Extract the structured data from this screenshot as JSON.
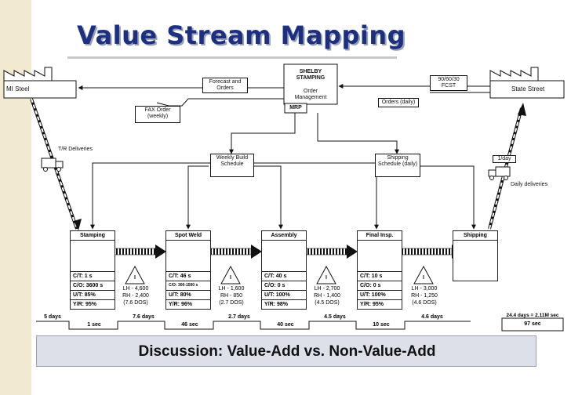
{
  "slide": {
    "title": "Value Stream Mapping",
    "banner": "Discussion: Value-Add vs. Non-Value-Add"
  },
  "control": {
    "company": "SHELBY STAMPING",
    "department": "Order Management",
    "mrp": "MRP"
  },
  "supplier": {
    "name": "MI Steel"
  },
  "customer": {
    "name": "State Street"
  },
  "info": {
    "forecast": "Forecast and Orders",
    "fax_order": "FAX Order (weekly)",
    "forecast_fcst": "90/60/30 FCST",
    "orders_daily": "Orders (daily)",
    "weekly_schedule": "Weekly Build Schedule",
    "shipping_schedule": "Shipping Schedule (daily)",
    "tr_deliveries": "T/R Deliveries",
    "truck_freq": "1/day",
    "daily_deliveries": "Daily deliveries"
  },
  "processes": [
    {
      "name": "Stamping",
      "ct": "C/T: 1 s",
      "co": "C/O: 3600 s",
      "ut": "U/T: 85%",
      "yr": "Y/R: 95%"
    },
    {
      "name": "Spot Weld",
      "ct": "C/T: 46 s",
      "co": "C/O: 300-1500 s",
      "ut": "U/T: 80%",
      "yr": "Y/R: 96%"
    },
    {
      "name": "Assembly",
      "ct": "C/T: 40 s",
      "co": "C/O: 0 s",
      "ut": "U/T: 100%",
      "yr": "Y/R: 98%"
    },
    {
      "name": "Final Insp.",
      "ct": "C/T: 10 s",
      "co": "C/O: 0 s",
      "ut": "U/T: 100%",
      "yr": "Y/R: 95%"
    },
    {
      "name": "Shipping"
    }
  ],
  "inventory": [
    {
      "symbol": "I",
      "lh": "LH - 4,600",
      "rh": "RH - 2,400",
      "dos": "(7.6 DOS)"
    },
    {
      "symbol": "I",
      "lh": "LH - 1,600",
      "rh": "RH - 850",
      "dos": "(2.7 DOS)"
    },
    {
      "symbol": "I",
      "lh": "LH - 2,700",
      "rh": "RH - 1,400",
      "dos": "(4.5 DOS)"
    },
    {
      "symbol": "I",
      "lh": "LH - 3,000",
      "rh": "RH - 1,250",
      "dos": "(4.6 DOS)"
    }
  ],
  "timeline": {
    "waits": [
      "5 days",
      "7.6 days",
      "2.7 days",
      "4.5 days",
      "4.6 days"
    ],
    "process_times": [
      "1 sec",
      "46 sec",
      "40 sec",
      "10 sec"
    ],
    "total_lead": "24.4 days = 2.11M sec",
    "total_va": "97 sec"
  }
}
